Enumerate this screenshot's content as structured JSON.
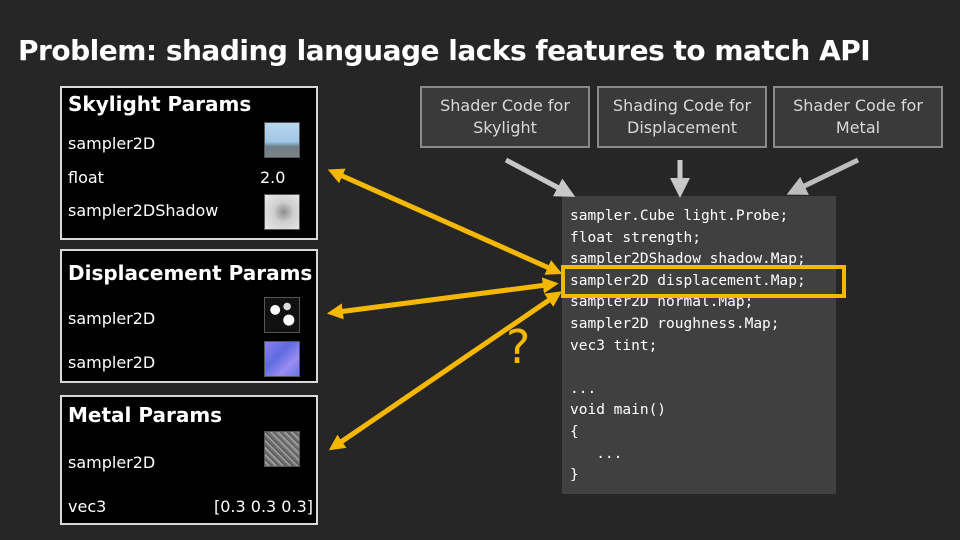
{
  "title": "Problem: shading language lacks features to match API",
  "panels": {
    "skylight": {
      "title": "Skylight Params",
      "rows": [
        {
          "label": "sampler2D"
        },
        {
          "label": "float",
          "value": "2.0"
        },
        {
          "label": "sampler2DShadow"
        }
      ]
    },
    "displacement": {
      "title": "Displacement Params",
      "rows": [
        {
          "label": "sampler2D"
        },
        {
          "label": "sampler2D"
        }
      ]
    },
    "metal": {
      "title": "Metal Params",
      "rows": [
        {
          "label": "sampler2D"
        },
        {
          "label": "vec3",
          "value": "[0.3 0.3 0.3]"
        }
      ]
    }
  },
  "shader_boxes": [
    {
      "label": "Shader Code for Skylight"
    },
    {
      "label": "Shading Code for Displacement"
    },
    {
      "label": "Shader Code for Metal"
    }
  ],
  "code_lines": [
    "sampler.Cube light.Probe;",
    "float strength;",
    "sampler2DShadow shadow.Map;",
    "sampler2D displacement.Map;",
    "sampler2D normal.Map;",
    "sampler2D roughness.Map;",
    "vec3 tint;",
    "",
    "...",
    "void main()",
    "{",
    "   ...",
    "}"
  ],
  "question_mark": "?",
  "colors": {
    "accent": "#f5b800",
    "background": "#262626",
    "code_bg": "#404040",
    "shader_box_bg": "#3a3a3a"
  }
}
